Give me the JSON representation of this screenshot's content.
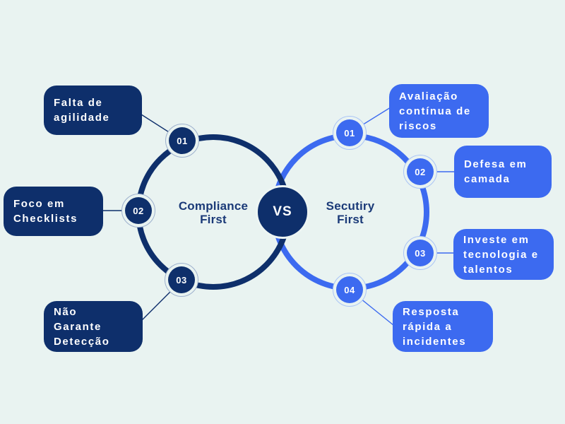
{
  "colors": {
    "navy": "#0e2f6b",
    "blue": "#3c6af0",
    "bg": "#e9f3f1",
    "title": "#1b3a78",
    "ring-navy": "#9db0cd",
    "ring-blue": "#a9c4f6",
    "vs-ring": "#edf5f3",
    "box-text": "#ffffff"
  },
  "center": {
    "vs": "VS",
    "left_title": "Compliance\nFirst",
    "right_title": "Secutiry\nFirst"
  },
  "left": {
    "items": [
      {
        "number": "01",
        "label": "Falta de\nagilidade"
      },
      {
        "number": "02",
        "label": "Foco em\nChecklists"
      },
      {
        "number": "03",
        "label": "Não\nGarante\nDetecção"
      }
    ]
  },
  "right": {
    "items": [
      {
        "number": "01",
        "label": "Avaliação\ncontínua de\nriscos"
      },
      {
        "number": "02",
        "label": "Defesa em\ncamada"
      },
      {
        "number": "03",
        "label": "Investe em\ntecnologia e\ntalentos"
      },
      {
        "number": "04",
        "label": "Resposta\nrápida a\nincidentes"
      }
    ]
  }
}
